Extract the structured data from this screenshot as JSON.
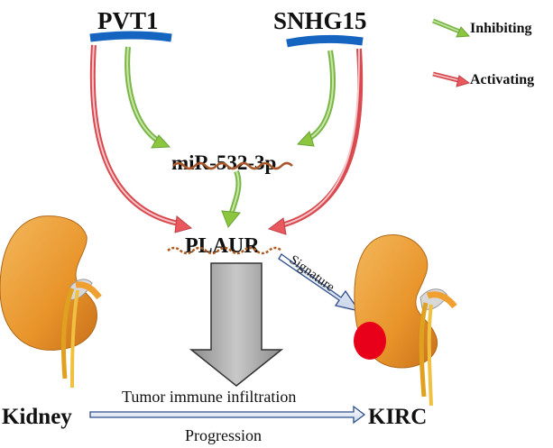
{
  "nodes": {
    "lnc1": "PVT1",
    "lnc2": "SNHG15",
    "mirna": "miR-532-3p",
    "gene": "PLAUR",
    "normal": "Kidney",
    "disease": "KIRC"
  },
  "legend": {
    "inhibiting": "Inhibiting",
    "activating": "Activating"
  },
  "edges": {
    "signature": "Signature",
    "infiltration": "Tumor immune infiltration",
    "progression": "Progression"
  },
  "colors": {
    "inhibiting": "#8cc63f",
    "activating": "#e8585c",
    "bar": "#1565c0",
    "kidney": "#e89a2c",
    "tumor": "#e8001a",
    "blockArrow": "#a6a6a6"
  }
}
